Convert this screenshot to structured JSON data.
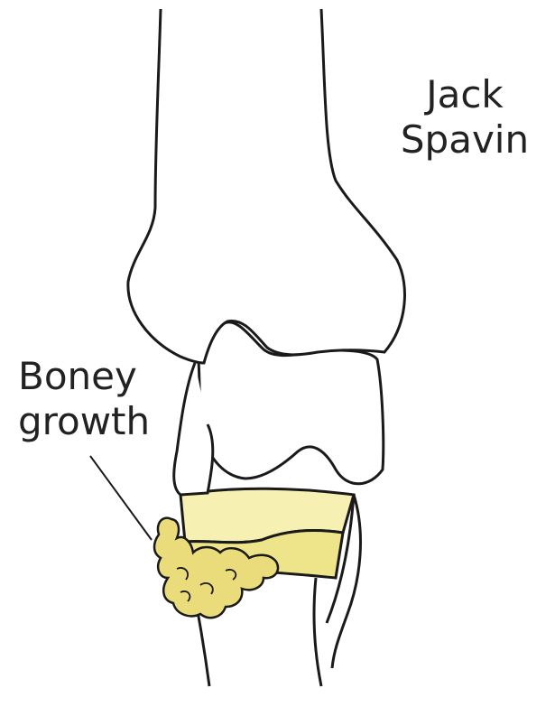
{
  "title": {
    "line1": "Jack",
    "line2": "Spavin"
  },
  "annotation": {
    "line1": "Boney",
    "line2": "growth"
  },
  "colors": {
    "outline": "#1a1a1a",
    "bone_fill": "#ffffff",
    "highlight_fill": "#f4eda2",
    "highlight_dark": "#e8dc6e",
    "growth_fill": "#ecdf7c"
  },
  "parts": [
    "upper-bone",
    "middle-bone",
    "lower-tarsal-band",
    "cannon-bone",
    "splint-bone",
    "boney-growth",
    "pointer-line"
  ]
}
